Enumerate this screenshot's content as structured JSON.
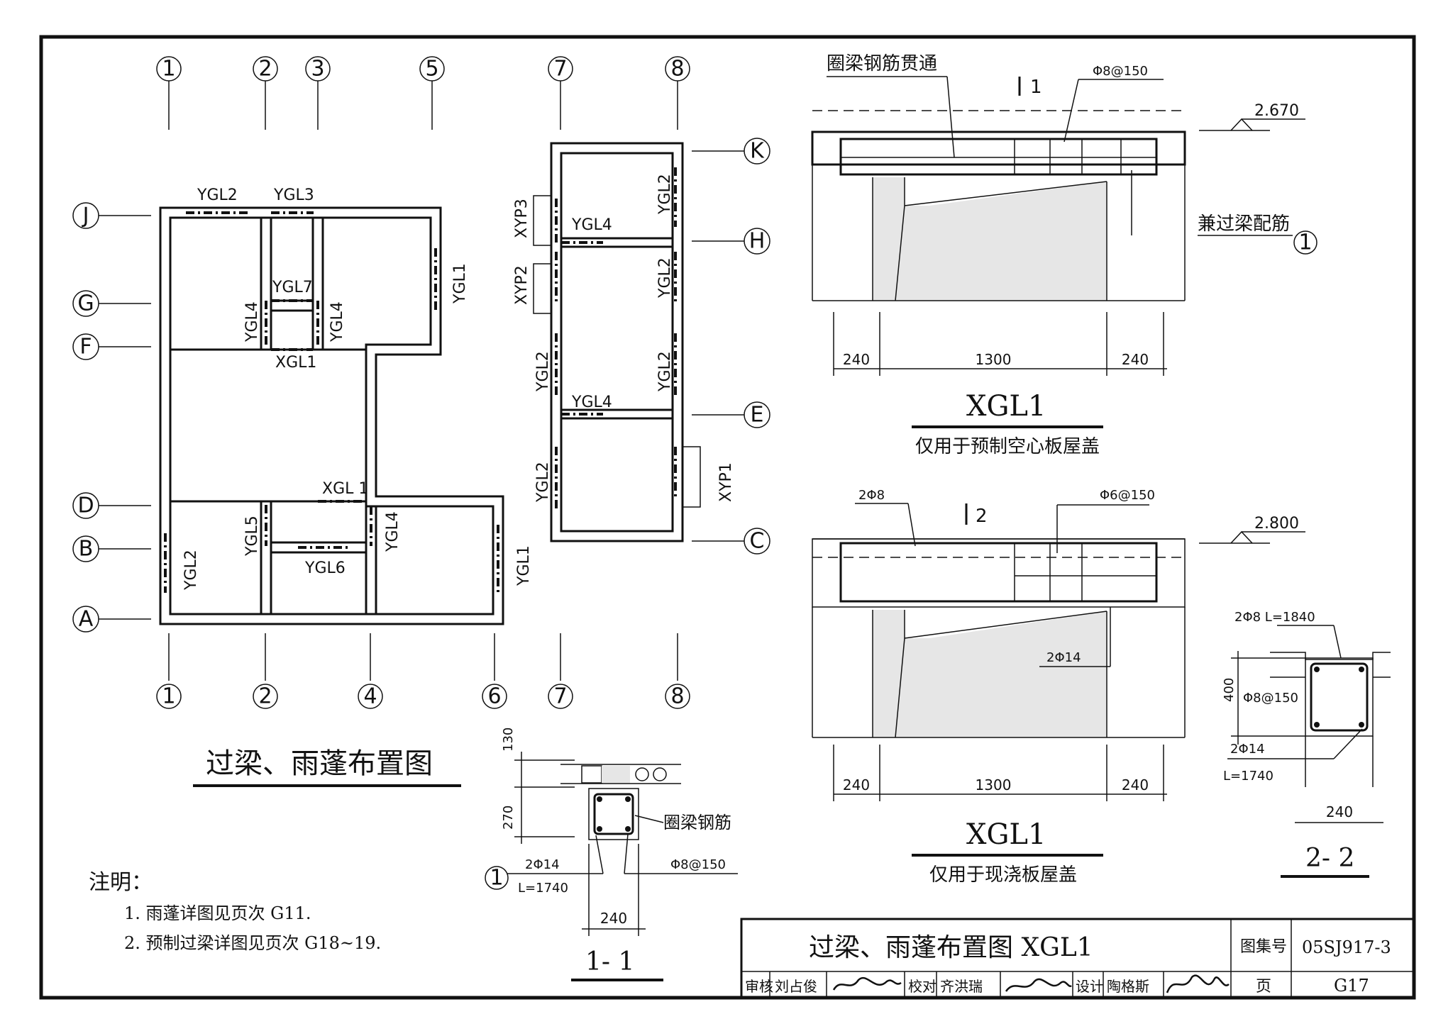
{
  "plan": {
    "title": "过梁、雨蓬布置图",
    "axes_top_left": [
      "1",
      "2",
      "3",
      "5"
    ],
    "axes_bottom_left": [
      "1",
      "2",
      "4",
      "6"
    ],
    "axes_right": [
      "7",
      "8"
    ],
    "axes_rows_left": [
      "J",
      "G",
      "F",
      "D",
      "B",
      "A"
    ],
    "axes_rows_right": [
      "K",
      "H",
      "E",
      "C"
    ],
    "lintels": {
      "ygl1": "YGL1",
      "ygl2": "YGL2",
      "ygl3": "YGL3",
      "ygl4": "YGL4",
      "ygl5": "YGL5",
      "ygl6": "YGL6",
      "ygl7": "YGL7",
      "xgl1": "XGL1",
      "xgl1_b": "XGL 1",
      "xyp1": "XYP1",
      "xyp2": "XYP2",
      "xyp3": "XYP3"
    }
  },
  "notes": {
    "heading": "注明：",
    "items": [
      "1.  雨蓬详图见页次 G11.",
      "2.  预制过梁详图见页次 G18~19."
    ]
  },
  "xgl1_prefab": {
    "label_top": "圈梁钢筋贯通",
    "rebar_stirrup": "Φ8@150",
    "section_mark": "1",
    "elevation": "2.670",
    "side_label": "兼过梁配筋",
    "callout": "1",
    "dims": [
      "240",
      "1300",
      "240"
    ],
    "title": "XGL1",
    "subtitle": "仅用于预制空心板屋盖"
  },
  "xgl1_cast": {
    "label_top": "2Φ8",
    "rebar_stirrup": "Φ6@150",
    "section_mark": "2",
    "elevation": "2.800",
    "bottom_bar": "2Φ14",
    "dims": [
      "240",
      "1300",
      "240"
    ],
    "title": "XGL1",
    "subtitle": "仅用于现浇板屋盖"
  },
  "section_1": {
    "dim_top": "130",
    "dim_mid": "270",
    "label_ring": "圈梁钢筋",
    "bar": "2Φ14",
    "bar_len": "L=1740",
    "stirrup": "Φ8@150",
    "callout": "1",
    "width": "240",
    "title": "1- 1"
  },
  "section_2": {
    "top_bar": "2Φ8  L=1840",
    "height": "400",
    "stirrup": "Φ8@150",
    "bar": "2Φ14",
    "bar_len": "L=1740",
    "width": "240",
    "title": "2- 2"
  },
  "title_block": {
    "title": "过梁、雨蓬布置图  XGL1",
    "atlas_label": "图集号",
    "atlas_no": "05SJ917-3",
    "review_label": "审核",
    "reviewer": "刘占俊",
    "check_label": "校对",
    "checker": "齐洪瑞",
    "design_label": "设计",
    "designer": "陶格斯",
    "page_label": "页",
    "page_no": "G17"
  }
}
